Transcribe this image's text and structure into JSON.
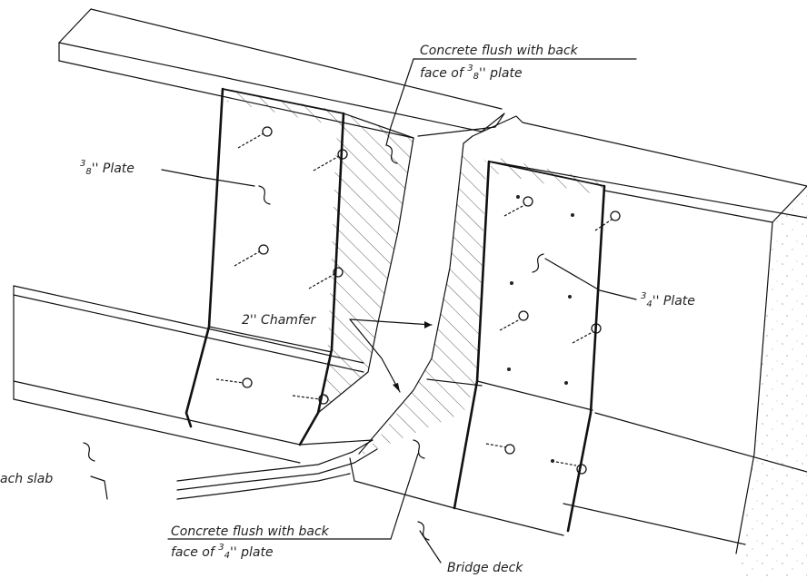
{
  "labels": {
    "concrete_top_line1": "Concrete flush with back",
    "concrete_top_line2_pre": "face of ",
    "concrete_top_frac_num": "3",
    "concrete_top_frac_den": "8",
    "concrete_top_line2_post": "'' plate",
    "plate_left_num": "3",
    "plate_left_den": "8",
    "plate_left_post": "'' Plate",
    "plate_right_num": "3",
    "plate_right_den": "4",
    "plate_right_post": "'' Plate",
    "chamfer": "2'' Chamfer",
    "approach_slab": "ach slab",
    "concrete_bottom_line1": "Concrete flush with back",
    "concrete_bottom_line2_pre": "face of ",
    "concrete_bottom_frac_num": "3",
    "concrete_bottom_frac_den": "4",
    "concrete_bottom_line2_post": "'' plate",
    "bridge_deck": "Bridge deck"
  }
}
